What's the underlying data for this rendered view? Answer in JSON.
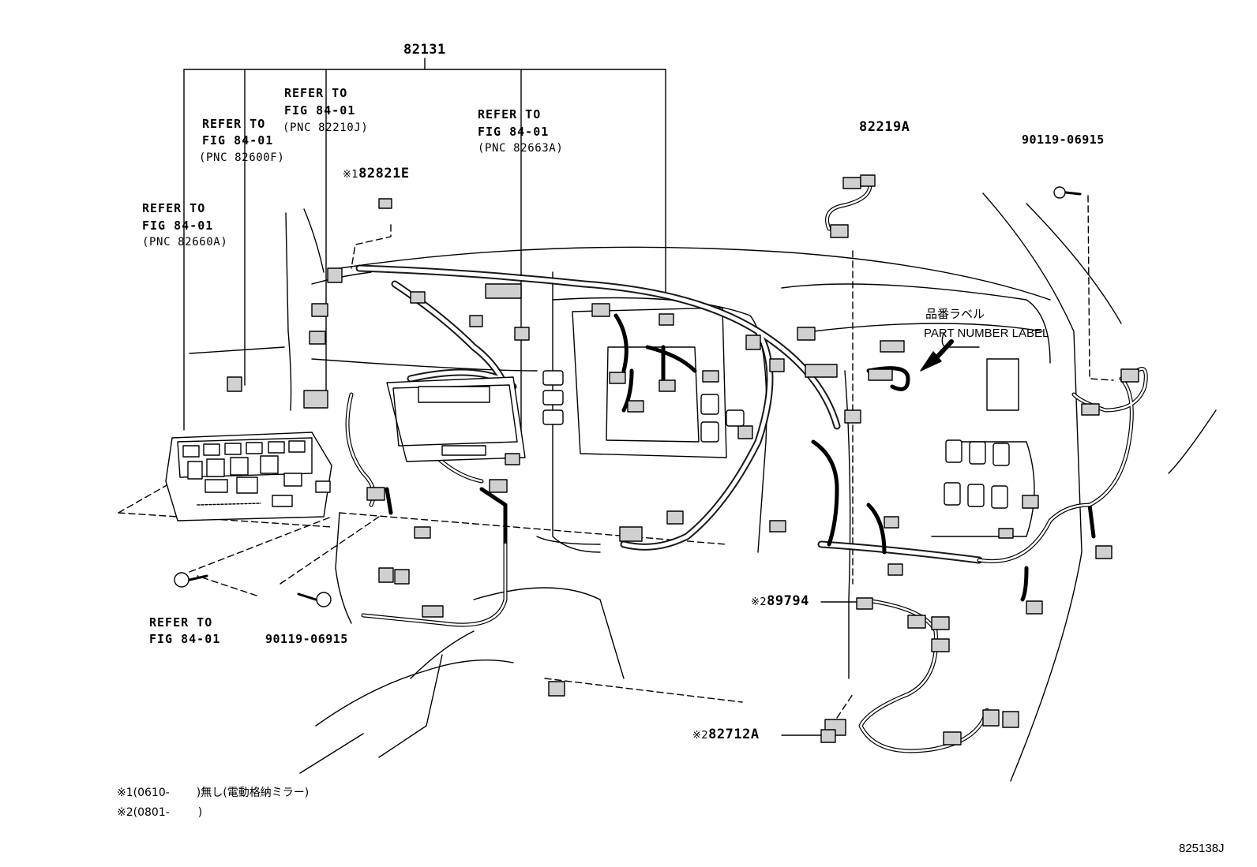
{
  "diagram": {
    "main_part": "82131",
    "refs": {
      "ref_82660a": {
        "l1": "REFER TO",
        "l2": "FIG 84-01",
        "l3": "(PNC 82660A)"
      },
      "ref_82600f": {
        "l1": "REFER TO",
        "l2": "FIG 84-01",
        "l3": "(PNC 82600F)"
      },
      "ref_82210j": {
        "l1": "REFER TO",
        "l2": "FIG 84-01",
        "l3": "(PNC 82210J)"
      },
      "ref_82663a": {
        "l1": "REFER TO",
        "l2": "FIG 84-01",
        "l3": "(PNC 82663A)"
      },
      "ref_bottom": {
        "l1": "REFER TO",
        "l2": "FIG 84-01"
      }
    },
    "parts": {
      "p82821e": {
        "mark": "※1",
        "number": "82821E"
      },
      "p82219a": {
        "number": "82219A"
      },
      "p90119_top": {
        "number": "90119-06915"
      },
      "p90119_bottom": {
        "number": "90119-06915"
      },
      "p89794": {
        "mark": "※2",
        "number": "89794"
      },
      "p82712a": {
        "mark": "※2",
        "number": "82712A"
      }
    },
    "part_number_label": {
      "jp": "品番ラベル",
      "en": "PART NUMBER LABEL"
    },
    "notes": [
      {
        "mark": "※1",
        "code": "(0610-",
        "close": ")",
        "desc": "無し(電動格納ミラー)"
      },
      {
        "mark": "※2",
        "code": "(0801-",
        "close": ")",
        "desc": ""
      }
    ],
    "illustration_id": "825138J"
  }
}
